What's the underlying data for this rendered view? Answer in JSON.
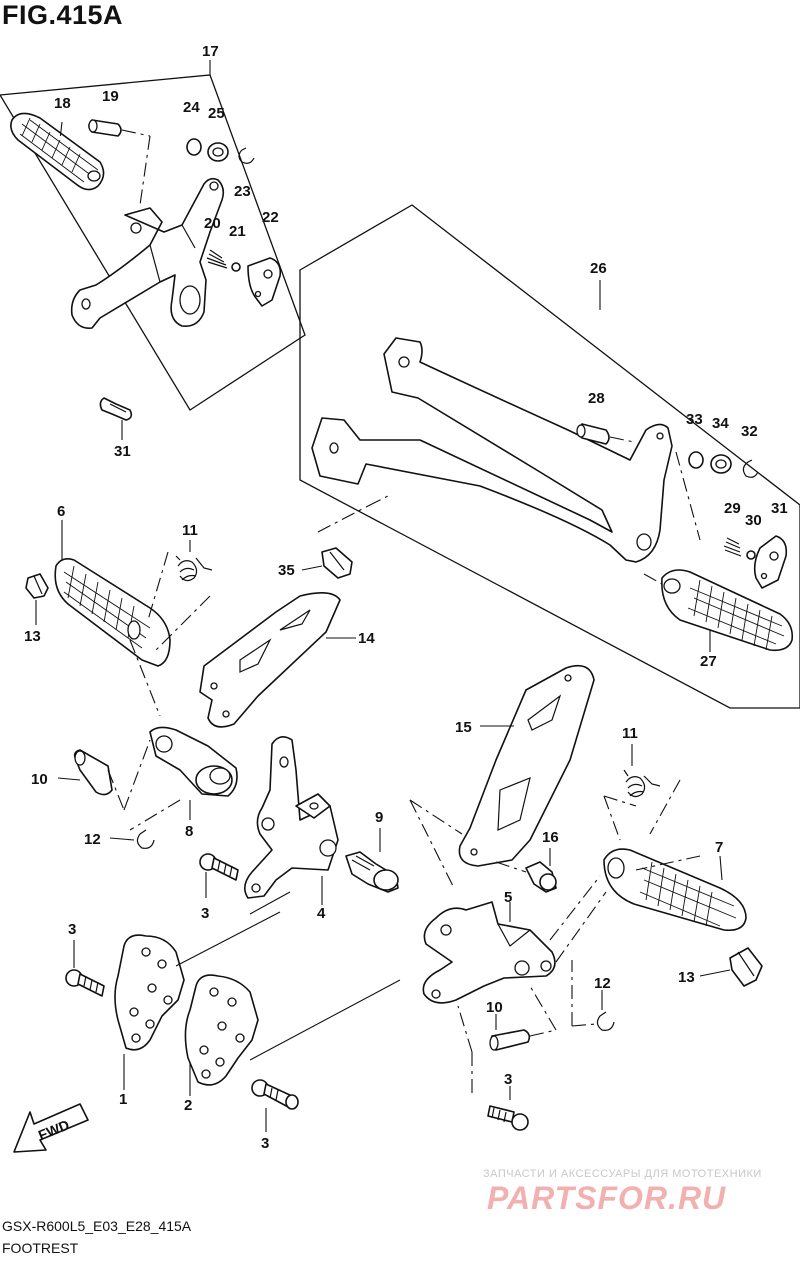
{
  "figure": {
    "title": "FIG.415A",
    "code": "GSX-R600L5_E03_E28_415A",
    "name": "FOOTREST",
    "fwd_label": "FWD"
  },
  "watermark": {
    "line1": "ЗАПЧАСТИ И АКСЕССУАРЫ ДЛЯ МОТОТЕХНИКИ",
    "line2": "PARTSFOR.RU"
  },
  "callouts": [
    {
      "id": "17a",
      "text": "17"
    },
    {
      "id": "18",
      "text": "18"
    },
    {
      "id": "19",
      "text": "19"
    },
    {
      "id": "24",
      "text": "24"
    },
    {
      "id": "25",
      "text": "25"
    },
    {
      "id": "23",
      "text": "23"
    },
    {
      "id": "20",
      "text": "20"
    },
    {
      "id": "21",
      "text": "21"
    },
    {
      "id": "22",
      "text": "22"
    },
    {
      "id": "31a",
      "text": "31"
    },
    {
      "id": "26",
      "text": "26"
    },
    {
      "id": "28",
      "text": "28"
    },
    {
      "id": "33",
      "text": "33"
    },
    {
      "id": "34",
      "text": "34"
    },
    {
      "id": "32",
      "text": "32"
    },
    {
      "id": "29",
      "text": "29"
    },
    {
      "id": "30",
      "text": "30"
    },
    {
      "id": "31b",
      "text": "31"
    },
    {
      "id": "27",
      "text": "27"
    },
    {
      "id": "6",
      "text": "6"
    },
    {
      "id": "11a",
      "text": "11"
    },
    {
      "id": "35",
      "text": "35"
    },
    {
      "id": "13a",
      "text": "13"
    },
    {
      "id": "14",
      "text": "14"
    },
    {
      "id": "15",
      "text": "15"
    },
    {
      "id": "11b",
      "text": "11"
    },
    {
      "id": "10a",
      "text": "10"
    },
    {
      "id": "12a",
      "text": "12"
    },
    {
      "id": "8",
      "text": "8"
    },
    {
      "id": "9",
      "text": "9"
    },
    {
      "id": "16",
      "text": "16"
    },
    {
      "id": "7",
      "text": "7"
    },
    {
      "id": "3a",
      "text": "3"
    },
    {
      "id": "4",
      "text": "4"
    },
    {
      "id": "5",
      "text": "5"
    },
    {
      "id": "3b",
      "text": "3"
    },
    {
      "id": "13b",
      "text": "13"
    },
    {
      "id": "12b",
      "text": "12"
    },
    {
      "id": "10b",
      "text": "10"
    },
    {
      "id": "1",
      "text": "1"
    },
    {
      "id": "2",
      "text": "2"
    },
    {
      "id": "3c",
      "text": "3"
    },
    {
      "id": "3d",
      "text": "3"
    }
  ]
}
